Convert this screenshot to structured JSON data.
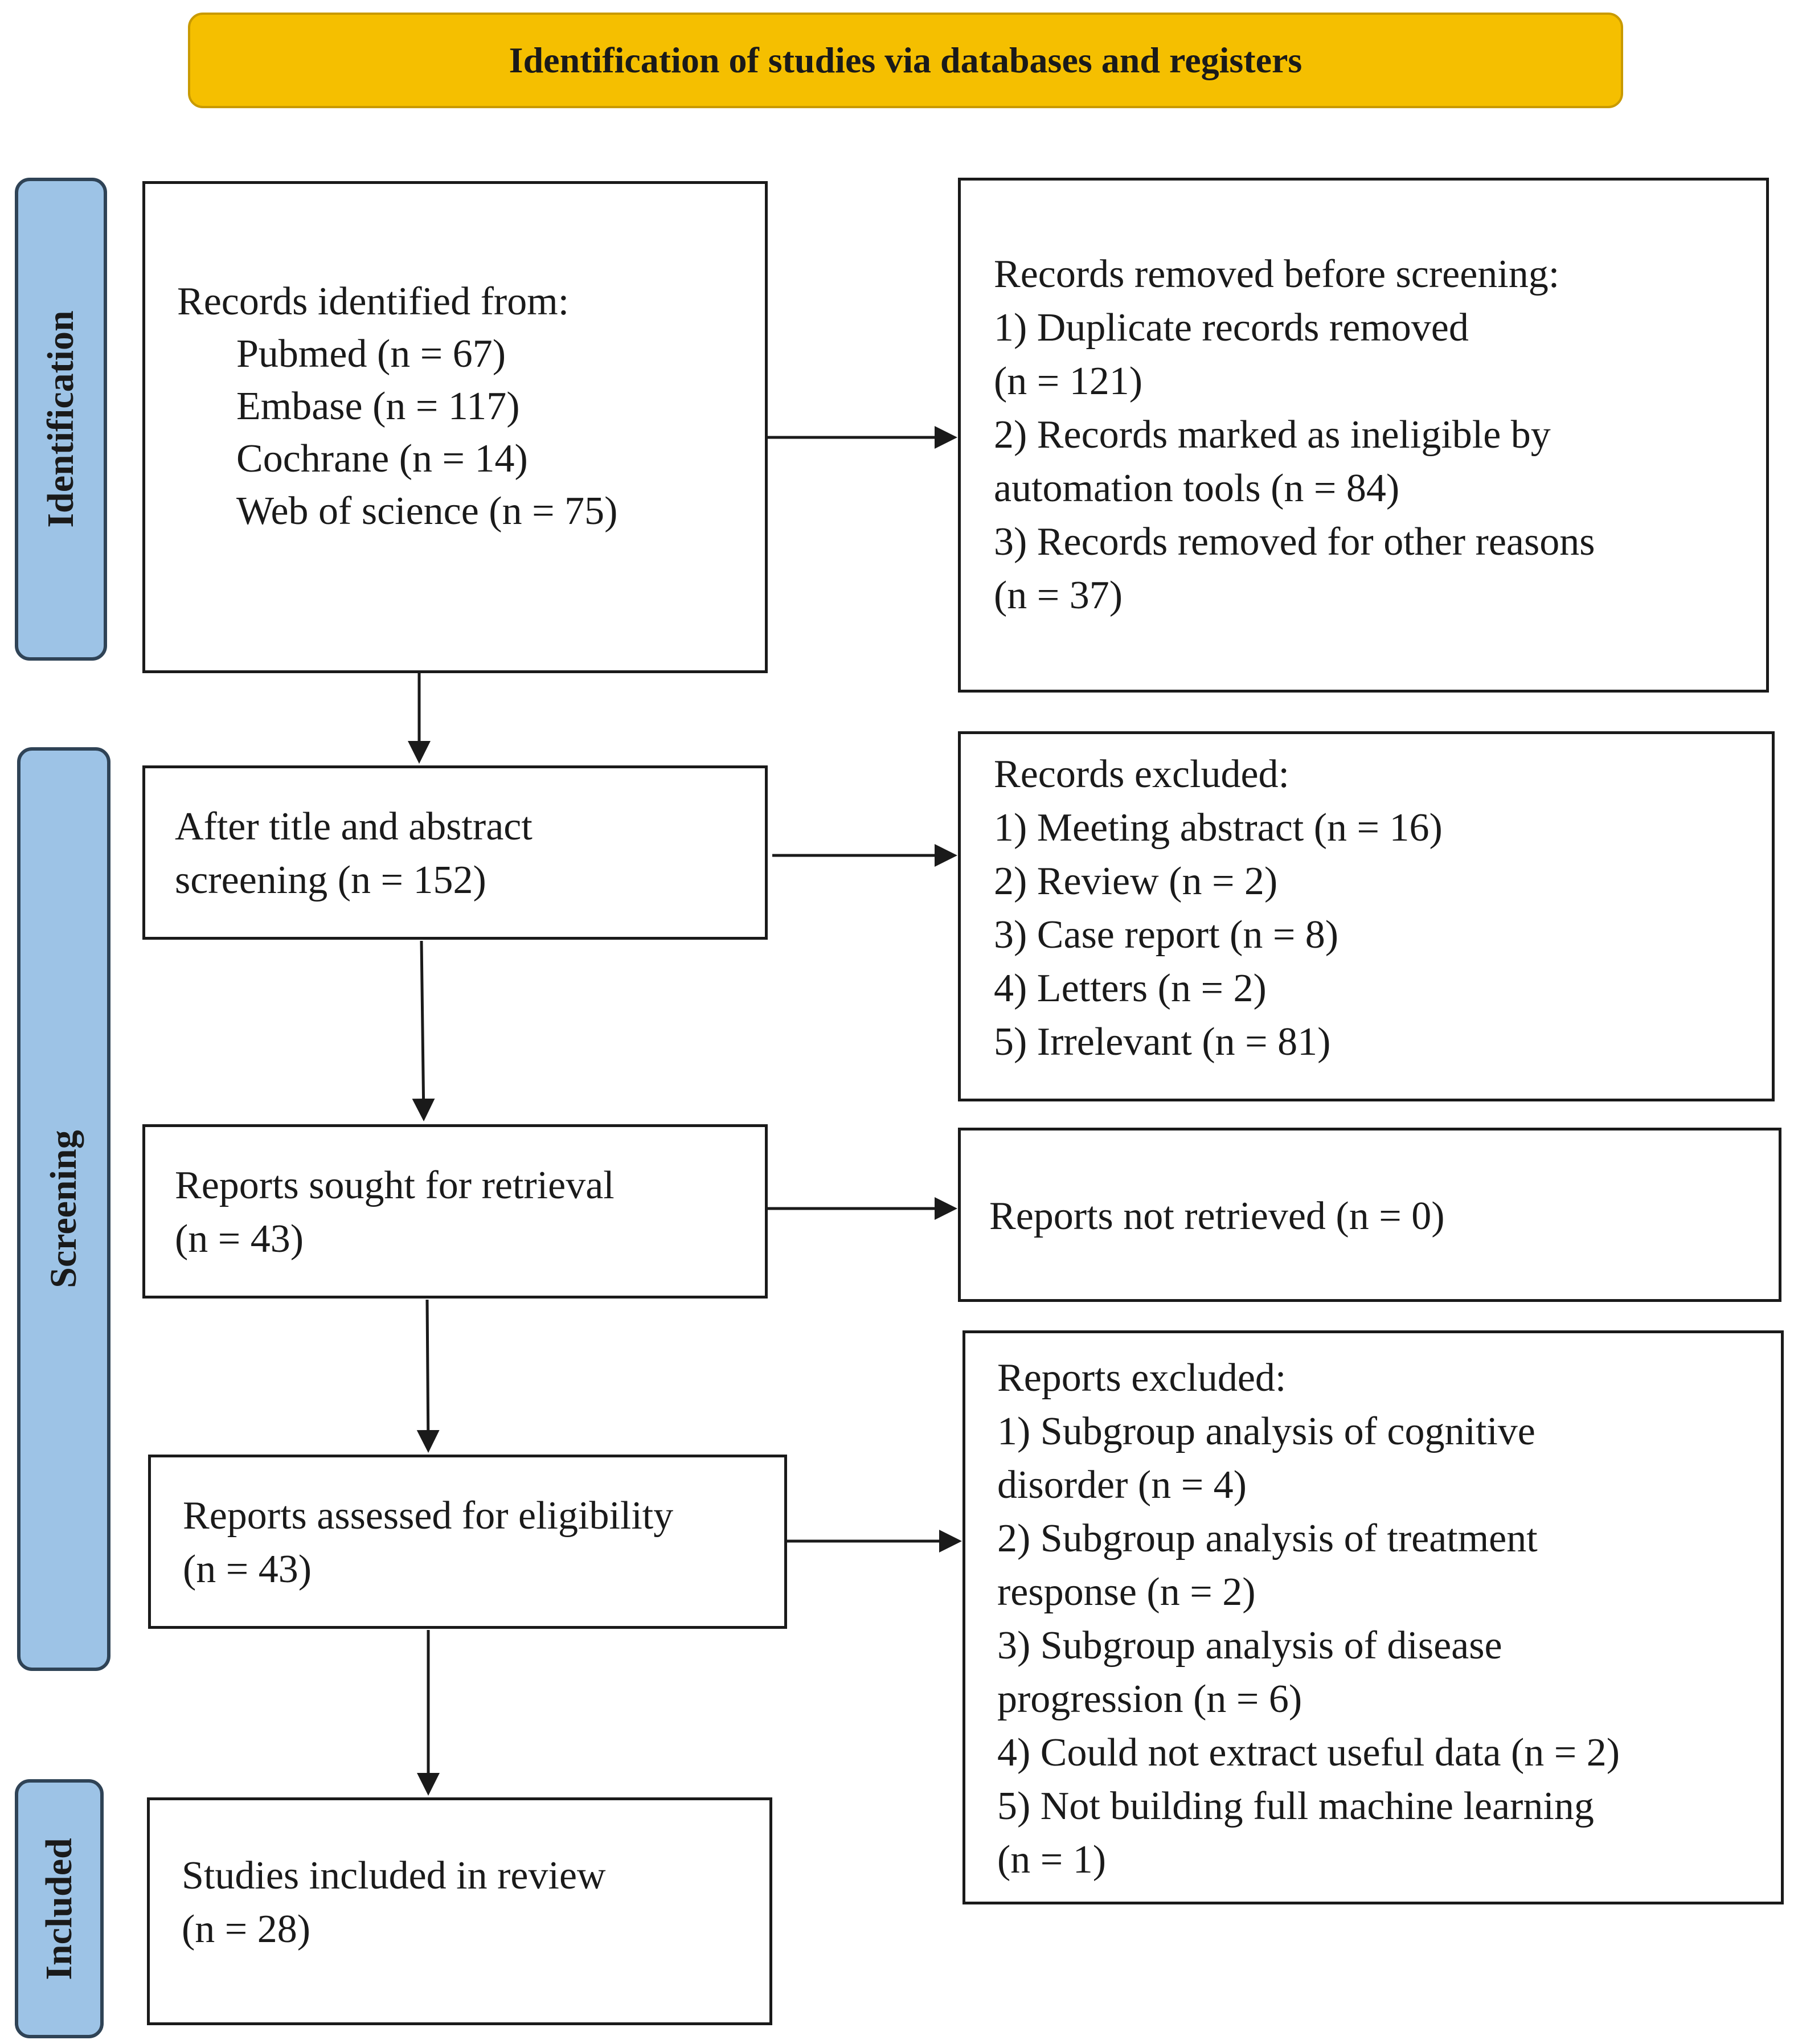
{
  "header": {
    "title": "Identification of studies via databases and registers"
  },
  "phases": {
    "identification": "Identification",
    "screening": "Screening",
    "included": "Included"
  },
  "identification_box": {
    "heading": "Records identified from:",
    "sources": [
      "Pubmed (n = 67)",
      "Embase (n = 117)",
      "Cochrane (n = 14)",
      "Web of science (n = 75)"
    ]
  },
  "removed_box": {
    "lines": [
      "Records removed before screening:",
      "1)  Duplicate records removed",
      "(n = 121)",
      "2)  Records marked as ineligible by",
      "automation tools (n = 84)",
      "3)  Records removed for other reasons",
      "(n = 37)"
    ]
  },
  "screening_box": {
    "lines": [
      "After title and abstract",
      "screening (n = 152)"
    ]
  },
  "excluded_box": {
    "lines": [
      "Records excluded:",
      "1)  Meeting abstract (n = 16)",
      "2)  Review (n = 2)",
      "3)  Case report (n = 8)",
      "4)  Letters (n = 2)",
      "5)  Irrelevant (n = 81)"
    ]
  },
  "retrieval_box": {
    "lines": [
      "Reports sought for retrieval",
      "(n = 43)"
    ]
  },
  "not_retrieved_box": {
    "text": "Reports not retrieved (n = 0)"
  },
  "eligibility_box": {
    "lines": [
      "Reports assessed for eligibility",
      "(n = 43)"
    ]
  },
  "reports_excluded_box": {
    "lines": [
      "Reports excluded:",
      "1)  Subgroup analysis of cognitive",
      "disorder (n = 4)",
      "2)  Subgroup analysis of treatment",
      "response (n = 2)",
      "3)  Subgroup analysis of disease",
      "progression (n = 6)",
      "4)  Could not extract useful data (n = 2)",
      "5)  Not building full machine learning",
      "(n = 1)"
    ]
  },
  "included_box": {
    "lines": [
      "Studies included in review",
      "(n = 28)"
    ]
  },
  "colors": {
    "header_fill": "#f5bf00",
    "phase_fill": "#9dc3e6",
    "phase_border": "#2f4356"
  }
}
